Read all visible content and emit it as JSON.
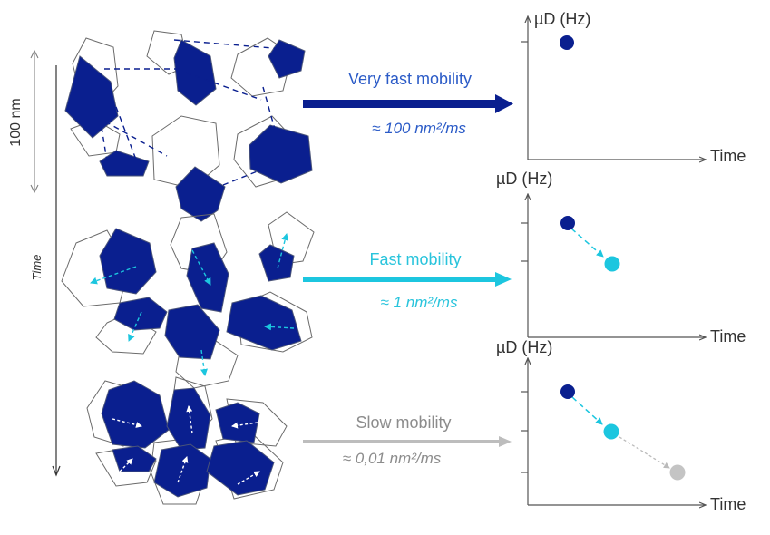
{
  "colors": {
    "grain": "#0a1f8f",
    "grain_stroke": "#4a5478",
    "outline": "#6b6b6b",
    "axis": "#555555",
    "very_fast": "#0a1f8f",
    "fast": "#1cc6df",
    "slow": "#bdbdbd",
    "very_fast_text": "#2b5bc7",
    "fast_text": "#29c4dc",
    "slow_text": "#8c8c8c",
    "label_text": "#333333"
  },
  "scale": {
    "length_label": "100 nm",
    "time_label": "Time"
  },
  "regimes": [
    {
      "title": "Very fast mobility",
      "rate": "≈ 100 nm²/ms"
    },
    {
      "title": "Fast mobility",
      "rate": "≈ 1 nm²/ms"
    },
    {
      "title": "Slow mobility",
      "rate": "≈ 0,01 nm²/ms"
    }
  ],
  "plots": [
    {
      "ylabel": "µD (Hz)",
      "xlabel": "Time"
    },
    {
      "ylabel": "µD (Hz)",
      "xlabel": "Time"
    },
    {
      "ylabel": "µD (Hz)",
      "xlabel": "Time"
    }
  ],
  "icons": {
    "arrow": "arrow-right-icon",
    "grain": "grain-polygon-icon",
    "point": "data-point-icon"
  }
}
